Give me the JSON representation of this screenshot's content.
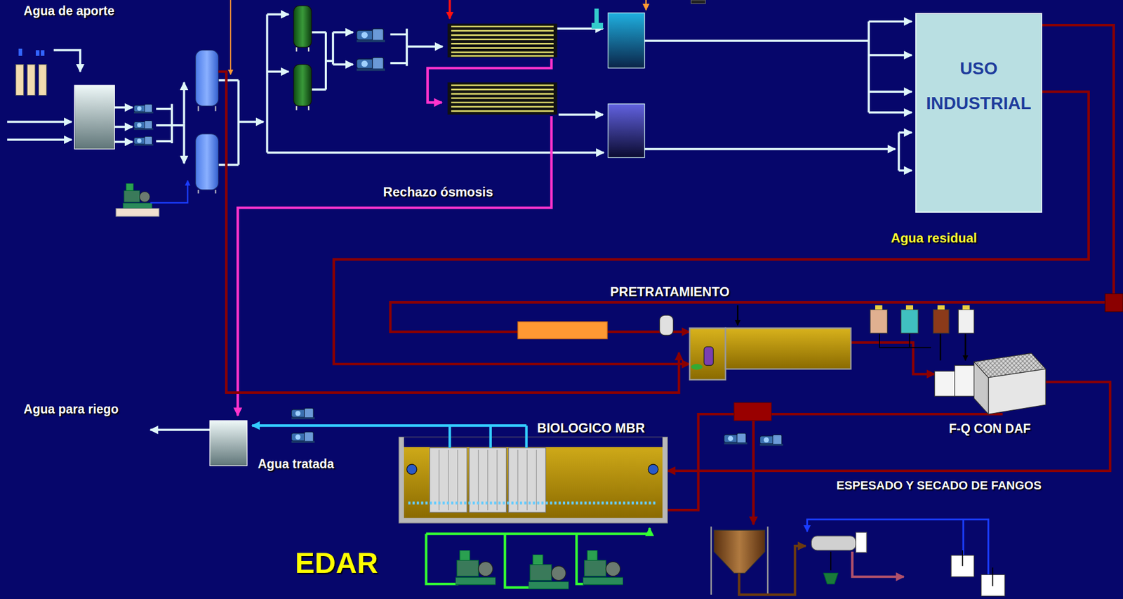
{
  "diagram": {
    "nodes": [
      {
        "text": [
          "USO INDUSTRIAL"
        ]
      },
      {
        "text": [
          "PRETRATAMIENTO"
        ]
      },
      {
        "text": [
          "F-Q CON DAF"
        ]
      },
      {
        "text": [
          "BIOLOGICO MBR"
        ]
      }
    ],
    "edges": [
      {
        "from": 0,
        "to": 1,
        "arrow": "to"
      },
      {
        "from": 0,
        "to": 1,
        "arrow": "to"
      },
      {
        "from": 1,
        "to": 2,
        "arrow": "to"
      },
      {
        "from": 2,
        "to": 3,
        "arrow": "to"
      }
    ],
    "labels": [
      "Agua de aporte",
      "Rechazo ósmosis",
      "Agua residual",
      "Agua para riego",
      "Agua tratada",
      "ESPESADO Y SECADO DE FANGOS",
      "EDAR"
    ]
  }
}
